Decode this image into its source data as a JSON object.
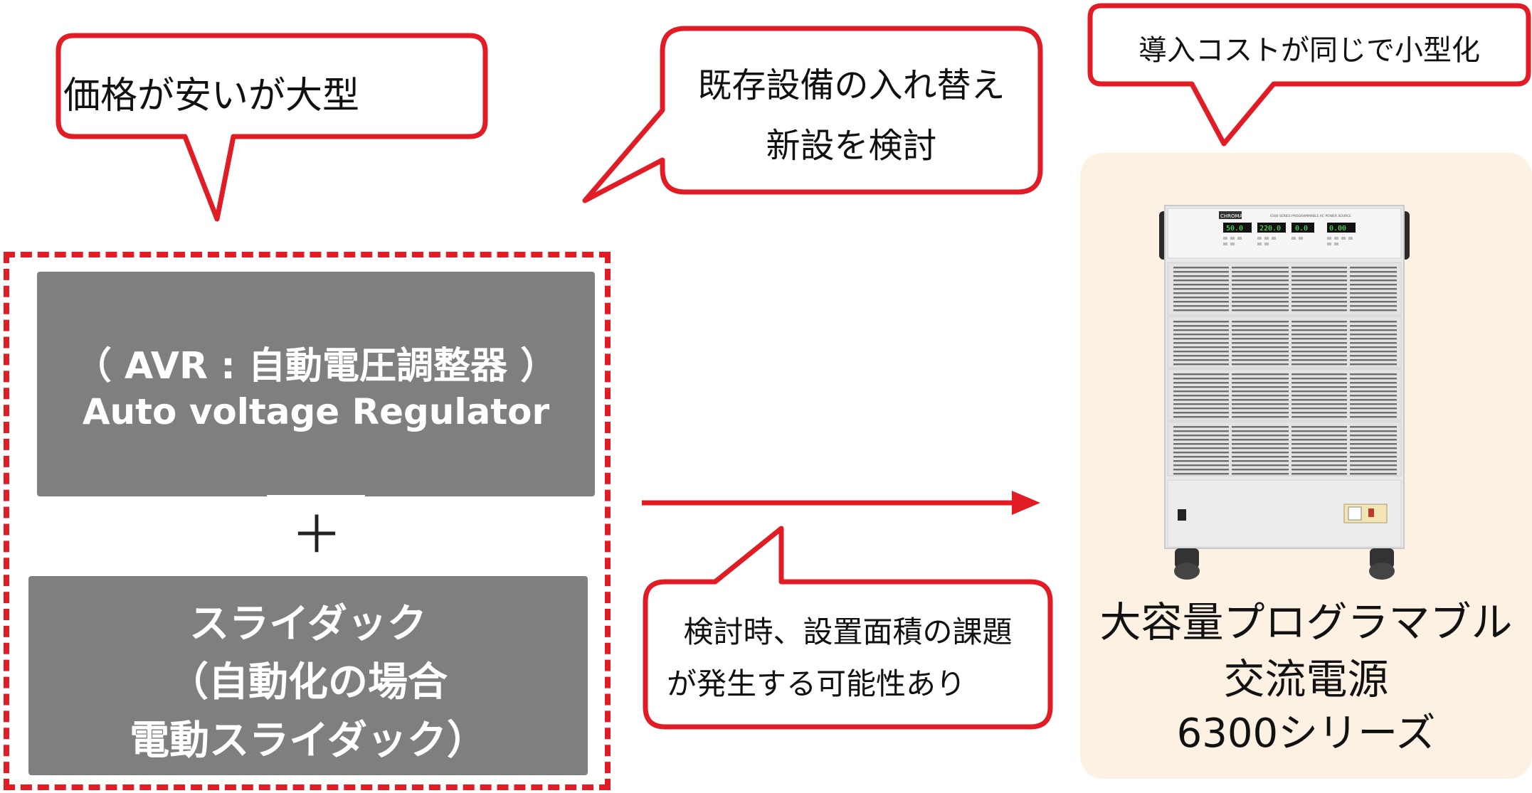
{
  "bubbles": {
    "cheap_but_large": "価格が安いが大型",
    "replace_line1": "既存設備の入れ替え",
    "replace_line2": "新設を検討",
    "same_cost": "導入コストが同じで小型化",
    "area_line1": "検討時、設置面積の課題",
    "area_line2": "が発生する可能性あり"
  },
  "avr_box": {
    "line1": "（ AVR : 自動電圧調整器 ）",
    "line2": "Auto voltage Regulator"
  },
  "plus": "＋",
  "slidac_box": {
    "line1": "スライダック",
    "line2": "（自動化の場合",
    "line3": "電動スライダック）"
  },
  "product": {
    "line1": "大容量プログラマブル",
    "line2": "交流電源",
    "line3": "6300シリーズ",
    "brand_plate": "CHROMA",
    "model_caption": "6300 SERIES PROGRAMMABLE AC POWER SOURCE",
    "displays": [
      "50.0",
      "220.0",
      "0.0",
      "0.00"
    ]
  },
  "colors": {
    "accent_red": "#e11c25",
    "box_gray": "#7f7f7f",
    "panel_bg": "#fcf1e3"
  }
}
